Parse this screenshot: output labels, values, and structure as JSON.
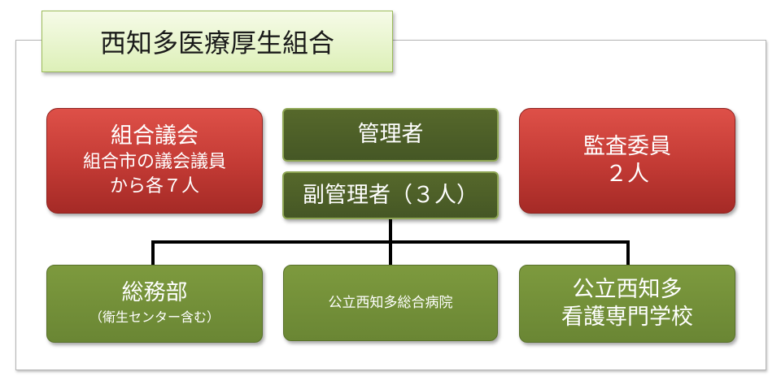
{
  "title": "西知多医療厚生組合",
  "top_row": {
    "council": {
      "title": "組合議会",
      "line1": "組合市の議会議員",
      "line2": "から各７人"
    },
    "manager": "管理者",
    "vice_manager": "副管理者（３人）",
    "auditor": {
      "line1": "監査委員",
      "line2": "２人"
    }
  },
  "bottom_row": {
    "general_affairs": {
      "title": "総務部",
      "subtitle": "（衛生センター含む）"
    },
    "hospital": "公立西知多総合病院",
    "nursing_school": {
      "line1": "公立西知多",
      "line2": "看護専門学校"
    }
  },
  "colors": {
    "red_box": "#c23a34",
    "dark_green_box": "#4e6028",
    "green_box": "#738f39",
    "title_tab": "#ddf0b8"
  }
}
